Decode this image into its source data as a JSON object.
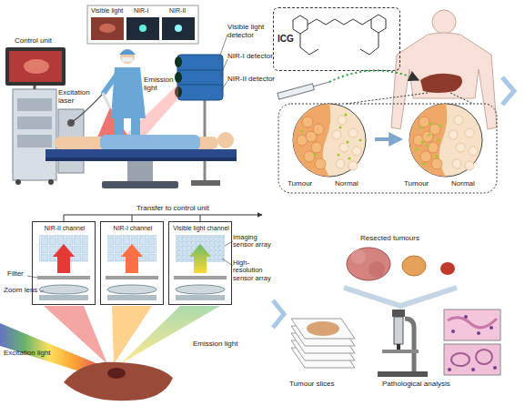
{
  "diagram": {
    "nodes": [
      {
        "text": [
          "ICG"
        ]
      },
      {
        "text": [
          "Tumour",
          "Normal"
        ]
      },
      {
        "text": [
          "Tumour",
          "Normal"
        ]
      },
      {
        "text": [
          "NIR-II channel"
        ]
      },
      {
        "text": [
          "NIR-I channel"
        ]
      },
      {
        "text": [
          "Visible light channel"
        ]
      }
    ],
    "edges": [
      {
        "from": 1,
        "to": 2,
        "arrow": "to"
      }
    ],
    "labels": [
      "Control unit",
      "Visible light",
      "NIR-I",
      "NIR-II",
      "Visible light detector",
      "NIR-I detector",
      "NIR-II detector",
      "Excitation laser",
      "Emission light",
      "Transfer to control unit",
      "Imaging sensor array",
      "Filter",
      "High-resolution sensor array",
      "Zoom lens",
      "Excitation light",
      "Emission light",
      "Resected tumours",
      "Tumour slices",
      "Pathological analysis"
    ]
  }
}
